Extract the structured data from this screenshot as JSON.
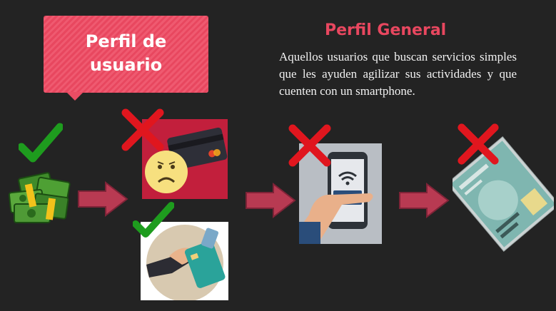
{
  "callout": {
    "lines": [
      "Perfil de",
      "usuario"
    ]
  },
  "profile": {
    "title": "Perfil General",
    "description": "Aquellos usuarios que buscan servicios simples que les ayuden  agilizar sus actividades y que cuenten con un smartphone."
  },
  "colors": {
    "background": "#232323",
    "accent": "#e8475f",
    "arrow": "#b83a52",
    "check": "#1e9c1e",
    "cross": "#e0161e"
  },
  "images": {
    "cash": "money-stack-icon",
    "card_sad": "sad-face-credit-card-icon",
    "card_hand": "hand-paying-with-card-icon",
    "phone_nfc": "smartphone-contactless-payment-icon",
    "check_doc": "paper-cheque-icon"
  }
}
